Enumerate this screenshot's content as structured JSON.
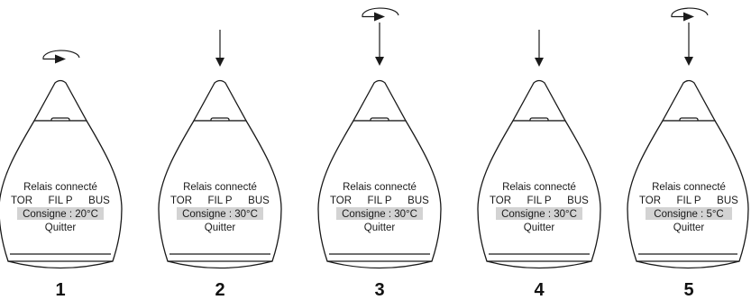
{
  "steps": [
    {
      "number": "1",
      "action": "rotate",
      "action_icon": "rotate-arrow-icon",
      "screen": {
        "line1": "Relais connecté",
        "opt_tor": "TOR",
        "opt_filp": "FIL P",
        "opt_bus": "BUS",
        "setpoint": "Consigne : 20°C",
        "quit": "Quitter"
      }
    },
    {
      "number": "2",
      "action": "press",
      "action_icon": "press-arrow-icon",
      "screen": {
        "line1": "Relais connecté",
        "opt_tor": "TOR",
        "opt_filp": "FIL P",
        "opt_bus": "BUS",
        "setpoint": "Consigne : 30°C",
        "quit": "Quitter"
      }
    },
    {
      "number": "3",
      "action": "rotate-press",
      "action_icon": "rotate-press-arrow-icon",
      "screen": {
        "line1": "Relais connecté",
        "opt_tor": "TOR",
        "opt_filp": "FIL P",
        "opt_bus": "BUS",
        "setpoint": "Consigne : 30°C",
        "quit": "Quitter"
      }
    },
    {
      "number": "4",
      "action": "press",
      "action_icon": "press-arrow-icon",
      "screen": {
        "line1": "Relais connecté",
        "opt_tor": "TOR",
        "opt_filp": "FIL P",
        "opt_bus": "BUS",
        "setpoint": "Consigne : 30°C",
        "quit": "Quitter"
      }
    },
    {
      "number": "5",
      "action": "rotate-press",
      "action_icon": "rotate-press-arrow-icon",
      "screen": {
        "line1": "Relais connecté",
        "opt_tor": "TOR",
        "opt_filp": "FIL P",
        "opt_bus": "BUS",
        "setpoint": "Consigne : 5°C",
        "quit": "Quitter"
      }
    }
  ],
  "colors": {
    "outline": "#1a1a1a",
    "highlight": "#d3d3d3",
    "background": "#ffffff"
  }
}
